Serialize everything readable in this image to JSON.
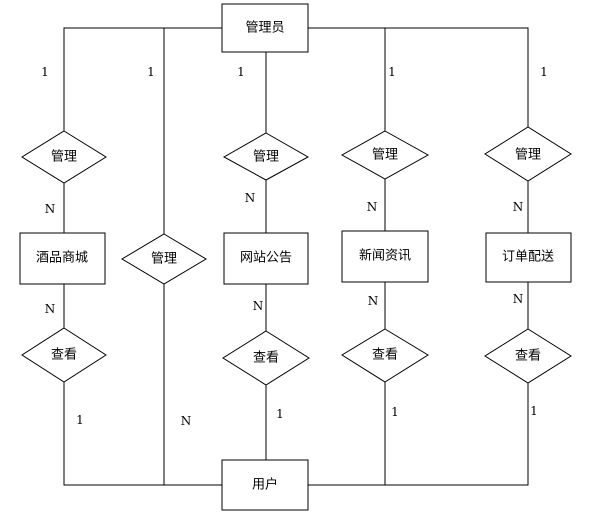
{
  "entities": {
    "admin": "管理员",
    "user": "用户",
    "liquor_shop": "酒品商城",
    "site_notice": "网站公告",
    "news": "新闻资讯",
    "delivery": "订单配送"
  },
  "relations": {
    "manage_shop": "管理",
    "manage_user": "管理",
    "manage_notice": "管理",
    "manage_news": "管理",
    "manage_delivery": "管理",
    "view_shop": "查看",
    "view_notice": "查看",
    "view_news": "查看",
    "view_delivery": "查看"
  },
  "cardinalities": {
    "admin_shop": "1",
    "admin_user": "1",
    "admin_notice": "1",
    "admin_news": "1",
    "admin_delivery": "1",
    "shop_manage": "N",
    "notice_manage": "N",
    "news_manage": "N",
    "delivery_manage": "N",
    "shop_view": "N",
    "notice_view": "N",
    "news_view": "N",
    "delivery_view": "N",
    "user_shop": "1",
    "user_manage": "N",
    "user_notice": "1",
    "user_news": "1",
    "user_delivery": "1"
  }
}
